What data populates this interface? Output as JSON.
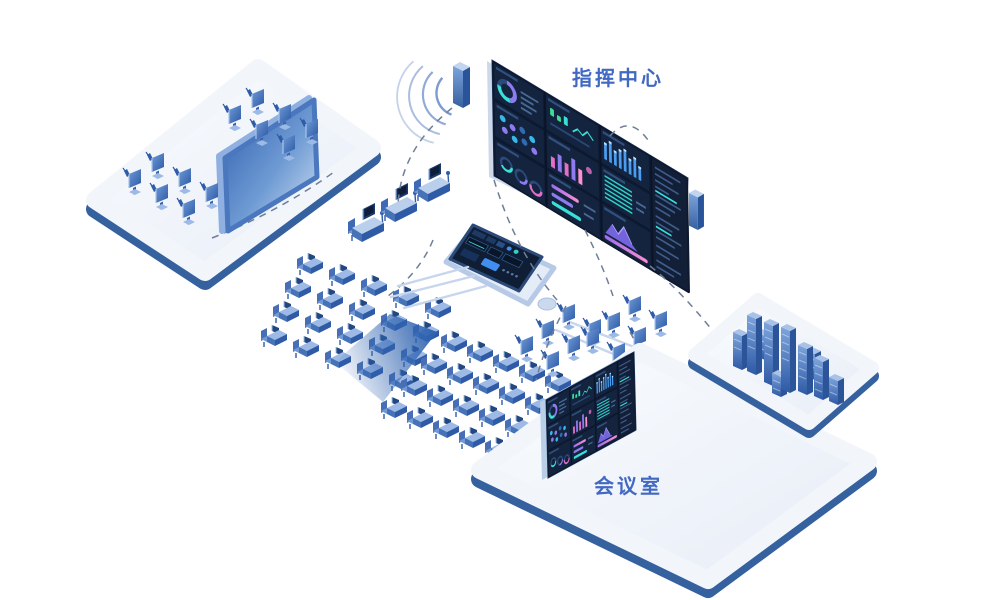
{
  "labels": {
    "command_center": "指挥中心",
    "meeting_room": "会议室"
  },
  "colors": {
    "label_text": "#4168c2",
    "platform_face": "#f1f5fb",
    "platform_edge": "#35619f",
    "unit_blue": "#3b67ad",
    "unit_blue_light": "#9db9e6",
    "screen_background": "#0c1930",
    "chart_cyan": "#39e0d8",
    "chart_purple": "#8e7bf0",
    "chart_pink": "#e36fc6",
    "chart_blue": "#4a9df0",
    "chart_teal": "#2fd0c8",
    "connector_gray": "#6e7f98"
  },
  "scene": {
    "command_center_wall": {
      "label_key": "command_center",
      "panel_columns": 4,
      "panel_rows": 3,
      "speaker_pillars": 2,
      "wifi_arcs": 4
    },
    "training_platform": {
      "projection_screens": 1,
      "terminal_clusters": [
        {
          "cols": 3,
          "rows": 2
        },
        {
          "cols": 3,
          "rows": 2
        }
      ]
    },
    "operator_desks": 3,
    "control_console": {
      "dark_panels": 1,
      "pedestal": 1
    },
    "desk_clusters": [
      {
        "cols": 5,
        "rows": 4
      },
      {
        "cols": 5,
        "rows": 4
      }
    ],
    "floor_terminal_clusters": [
      {
        "cols": 2,
        "rows": 3
      },
      {
        "cols": 2,
        "rows": 3
      }
    ],
    "meeting_platform": {
      "label_key": "meeting_room",
      "dashboard_screens": 1
    },
    "city_platform": {
      "building_heights": [
        34,
        24,
        56,
        60,
        20,
        62,
        26,
        46,
        38,
        24
      ]
    }
  }
}
